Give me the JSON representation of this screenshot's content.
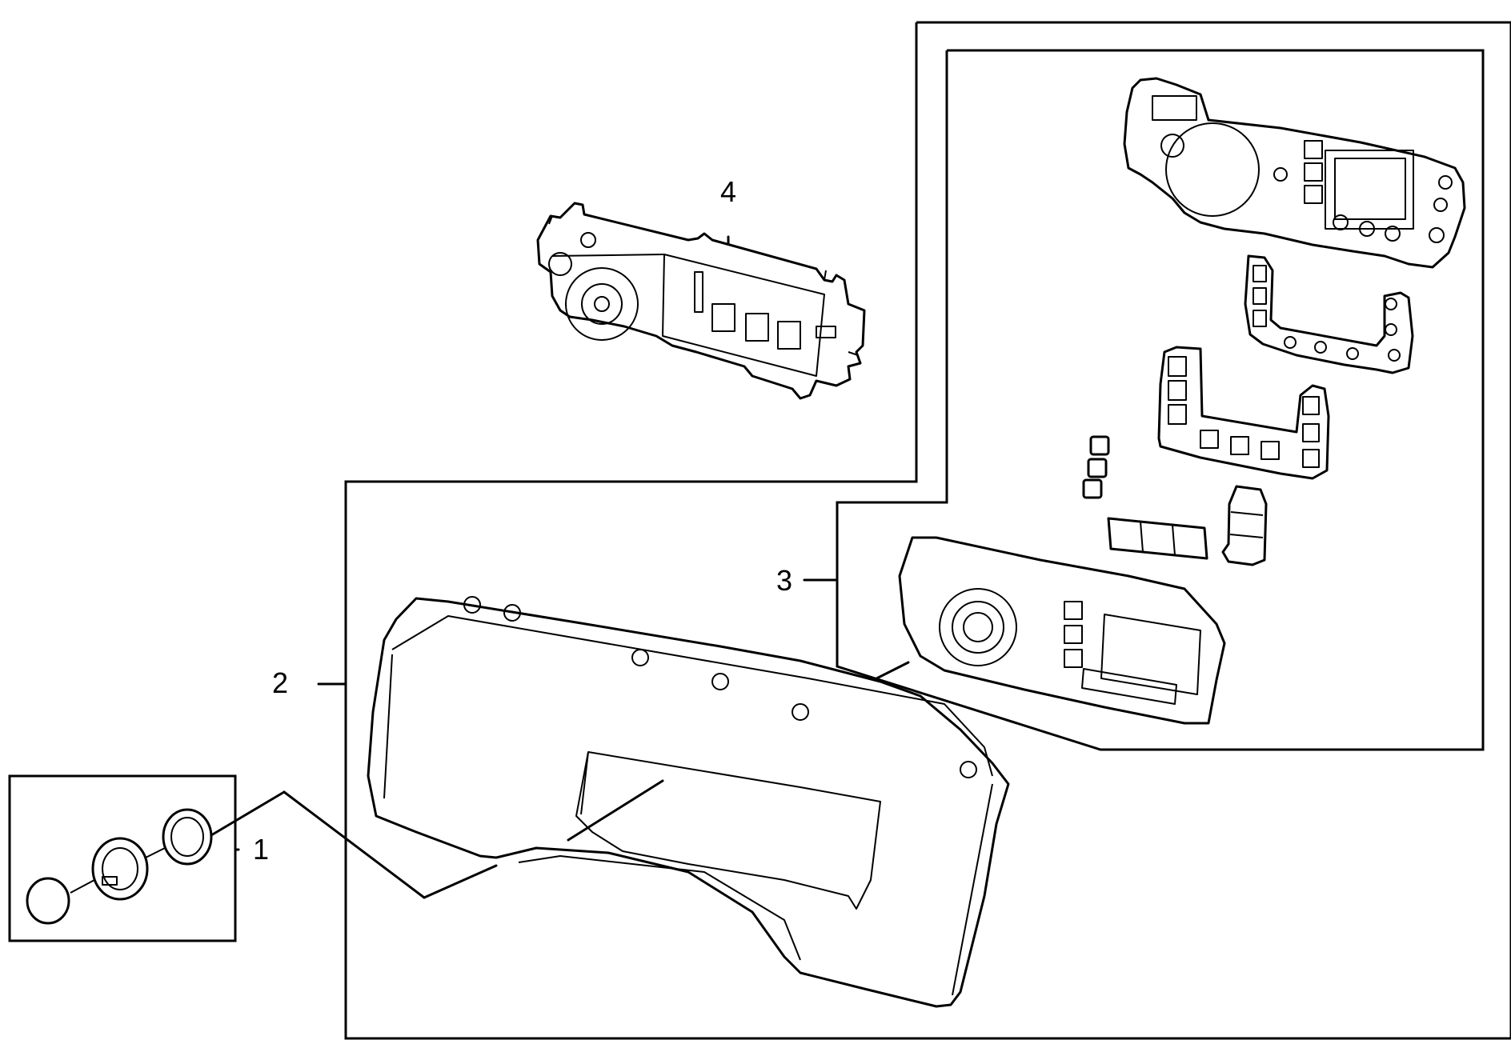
{
  "callouts": [
    {
      "id": "1",
      "label": "1"
    },
    {
      "id": "2",
      "label": "2"
    },
    {
      "id": "3",
      "label": "3"
    },
    {
      "id": "4",
      "label": "4"
    }
  ],
  "colors": {
    "stroke": "#000000",
    "background": "#ffffff"
  }
}
